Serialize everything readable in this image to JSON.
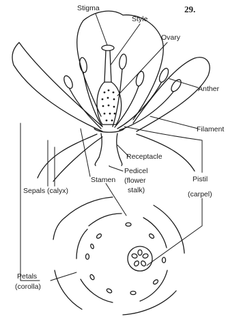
{
  "figure_number": "29.",
  "labels": {
    "stigma": "Stigma",
    "style": "Style",
    "ovary": "Ovary",
    "anther": "Anther",
    "filament": "Filament",
    "receptacle": "Receptacle",
    "pedicel": "Pedicel",
    "pedicel_note": "(flower",
    "pedicel_note2": "stalk)",
    "stamen": "Stamen",
    "pistil": "Pistil",
    "pistil_note": "(carpel)",
    "sepals": "Sepals (calyx)",
    "petals": "Petals",
    "petals_note": "(corolla)"
  },
  "colors": {
    "ink": "#1a1a1a",
    "paper": "#ffffff"
  }
}
